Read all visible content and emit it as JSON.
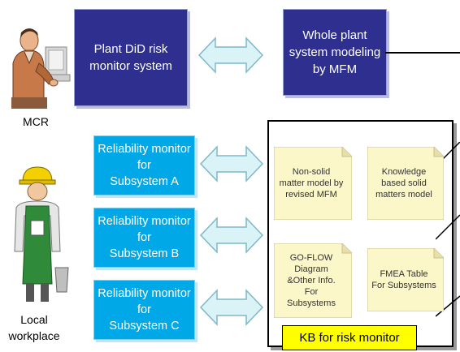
{
  "top": {
    "mcr_label": "MCR",
    "plant_did_box": "Plant DiD risk\nmonitor system",
    "whole_plant_box": "Whole plant\nsystem modeling\nby MFM"
  },
  "local": {
    "label": "Local\nworkplace"
  },
  "subsystems": [
    {
      "label": "Reliability monitor\nfor\nSubsystem A"
    },
    {
      "label": "Reliability monitor\nfor\nSubsystem B"
    },
    {
      "label": "Reliability monitor\nfor\nSubsystem C"
    }
  ],
  "kb": {
    "notes": {
      "non_solid": "Non-solid\nmatter model by\nrevised MFM",
      "knowledge": "Knowledge\nbased solid\nmatters model",
      "goflow": "GO-FLOW\nDiagram\n&Other Info.\nFor\nSubsystems",
      "fmea": "FMEA Table\nFor Subsystems"
    },
    "title": "KB for risk monitor"
  },
  "colors": {
    "navy": "#2e2f8f",
    "cyan": "#00a8e8",
    "note": "#fbf7c8",
    "kb_label": "#ffff00",
    "arrow": "#d9f3f7"
  }
}
